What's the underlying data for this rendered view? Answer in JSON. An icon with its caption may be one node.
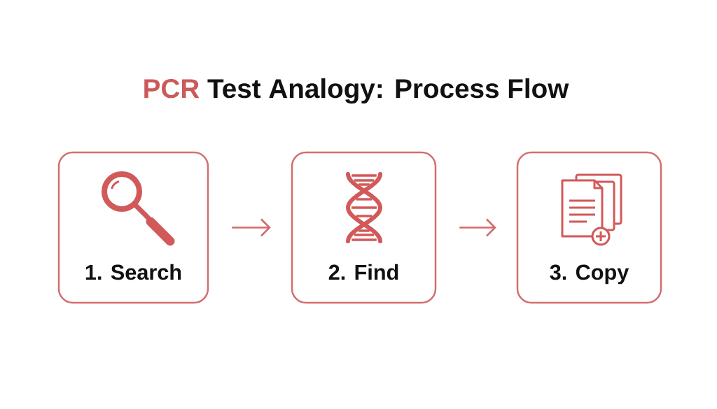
{
  "diagram": {
    "title": "PCR Test Analogy: Process Flow",
    "nodes": [
      {
        "text": [
          "1. Search"
        ]
      },
      {
        "text": [
          "2. Find"
        ]
      },
      {
        "text": [
          "3. Copy"
        ]
      }
    ],
    "edges": [
      {
        "from": 0,
        "to": 1,
        "arrow": "to"
      },
      {
        "from": 1,
        "to": 2,
        "arrow": "to"
      }
    ]
  }
}
